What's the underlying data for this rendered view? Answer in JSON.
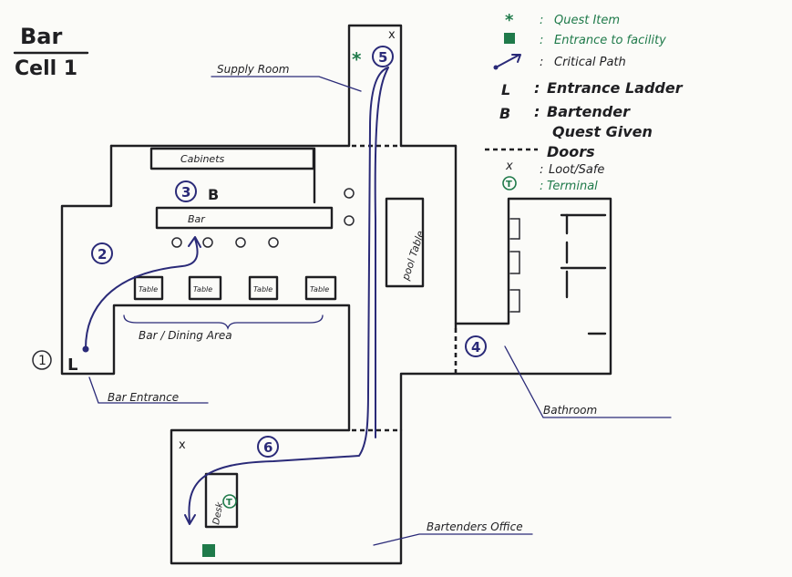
{
  "title": {
    "line1": "Bar",
    "line2": "Cell 1"
  },
  "legend": [
    {
      "symbol": "*",
      "text": "Quest Item"
    },
    {
      "symbol": "",
      "text": "Entrance to facility"
    },
    {
      "symbol": "",
      "text": "Critical Path"
    },
    {
      "symbol": "L",
      "text": "Entrance Ladder"
    },
    {
      "symbol": "B",
      "text": "Bartender"
    },
    {
      "symbol": "",
      "text": "Quest Given"
    },
    {
      "symbol": "",
      "text": "Doors"
    },
    {
      "symbol": "x",
      "text": "Loot/Safe"
    },
    {
      "symbol": "T",
      "text": "Terminal"
    }
  ],
  "legend_sep": ":",
  "rooms": {
    "supply_room": "Supply Room",
    "cabinets": "Cabinets",
    "bar_counter": "Bar",
    "pool_table": "pool Table",
    "dining_area": "Bar / Dining Area",
    "bar_entrance": "Bar Entrance",
    "bathroom": "Bathroom",
    "bartenders_office": "Bartenders Office",
    "desk": "Desk"
  },
  "tables": [
    "Table",
    "Table",
    "Table",
    "Table"
  ],
  "markers": {
    "ladder": "L",
    "bartender": "B",
    "loot": "x",
    "terminal": "T",
    "quest_item": "*"
  },
  "steps": [
    "1",
    "2",
    "3",
    "4",
    "5",
    "6"
  ],
  "colors": {
    "ink": "#1f1f22",
    "path_blue": "#2a2a78",
    "accent_green": "#1f7a4a",
    "paper": "#fbfbf8"
  }
}
